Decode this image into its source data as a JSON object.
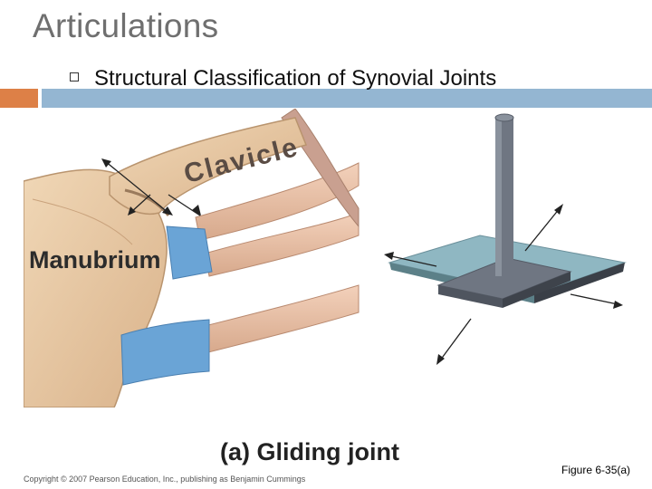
{
  "slide": {
    "title": "Articulations",
    "bullet": "Structural Classification of Synovial Joints"
  },
  "figure": {
    "labels": {
      "clavicle": "Clavicle",
      "manubrium": "Manubrium"
    },
    "caption": "(a) Gliding joint",
    "copyright": "Copyright © 2007 Pearson Education, Inc., publishing as Benjamin Cummings",
    "reference": "Figure 6-35(a)"
  },
  "colors": {
    "title_gray": "#6f6f6f",
    "accent_orange": "#dd8047",
    "accent_blue": "#94b6d2",
    "bone": "#e8c9a4",
    "cartilage_blue": "#6aa4d6",
    "plate_teal": "#8fb7c2",
    "plate_gray": "#6f7682"
  },
  "icons": {
    "bullet": "hollow-square-bullet-icon",
    "motion_arrows": "double-headed-arrow-icon"
  }
}
